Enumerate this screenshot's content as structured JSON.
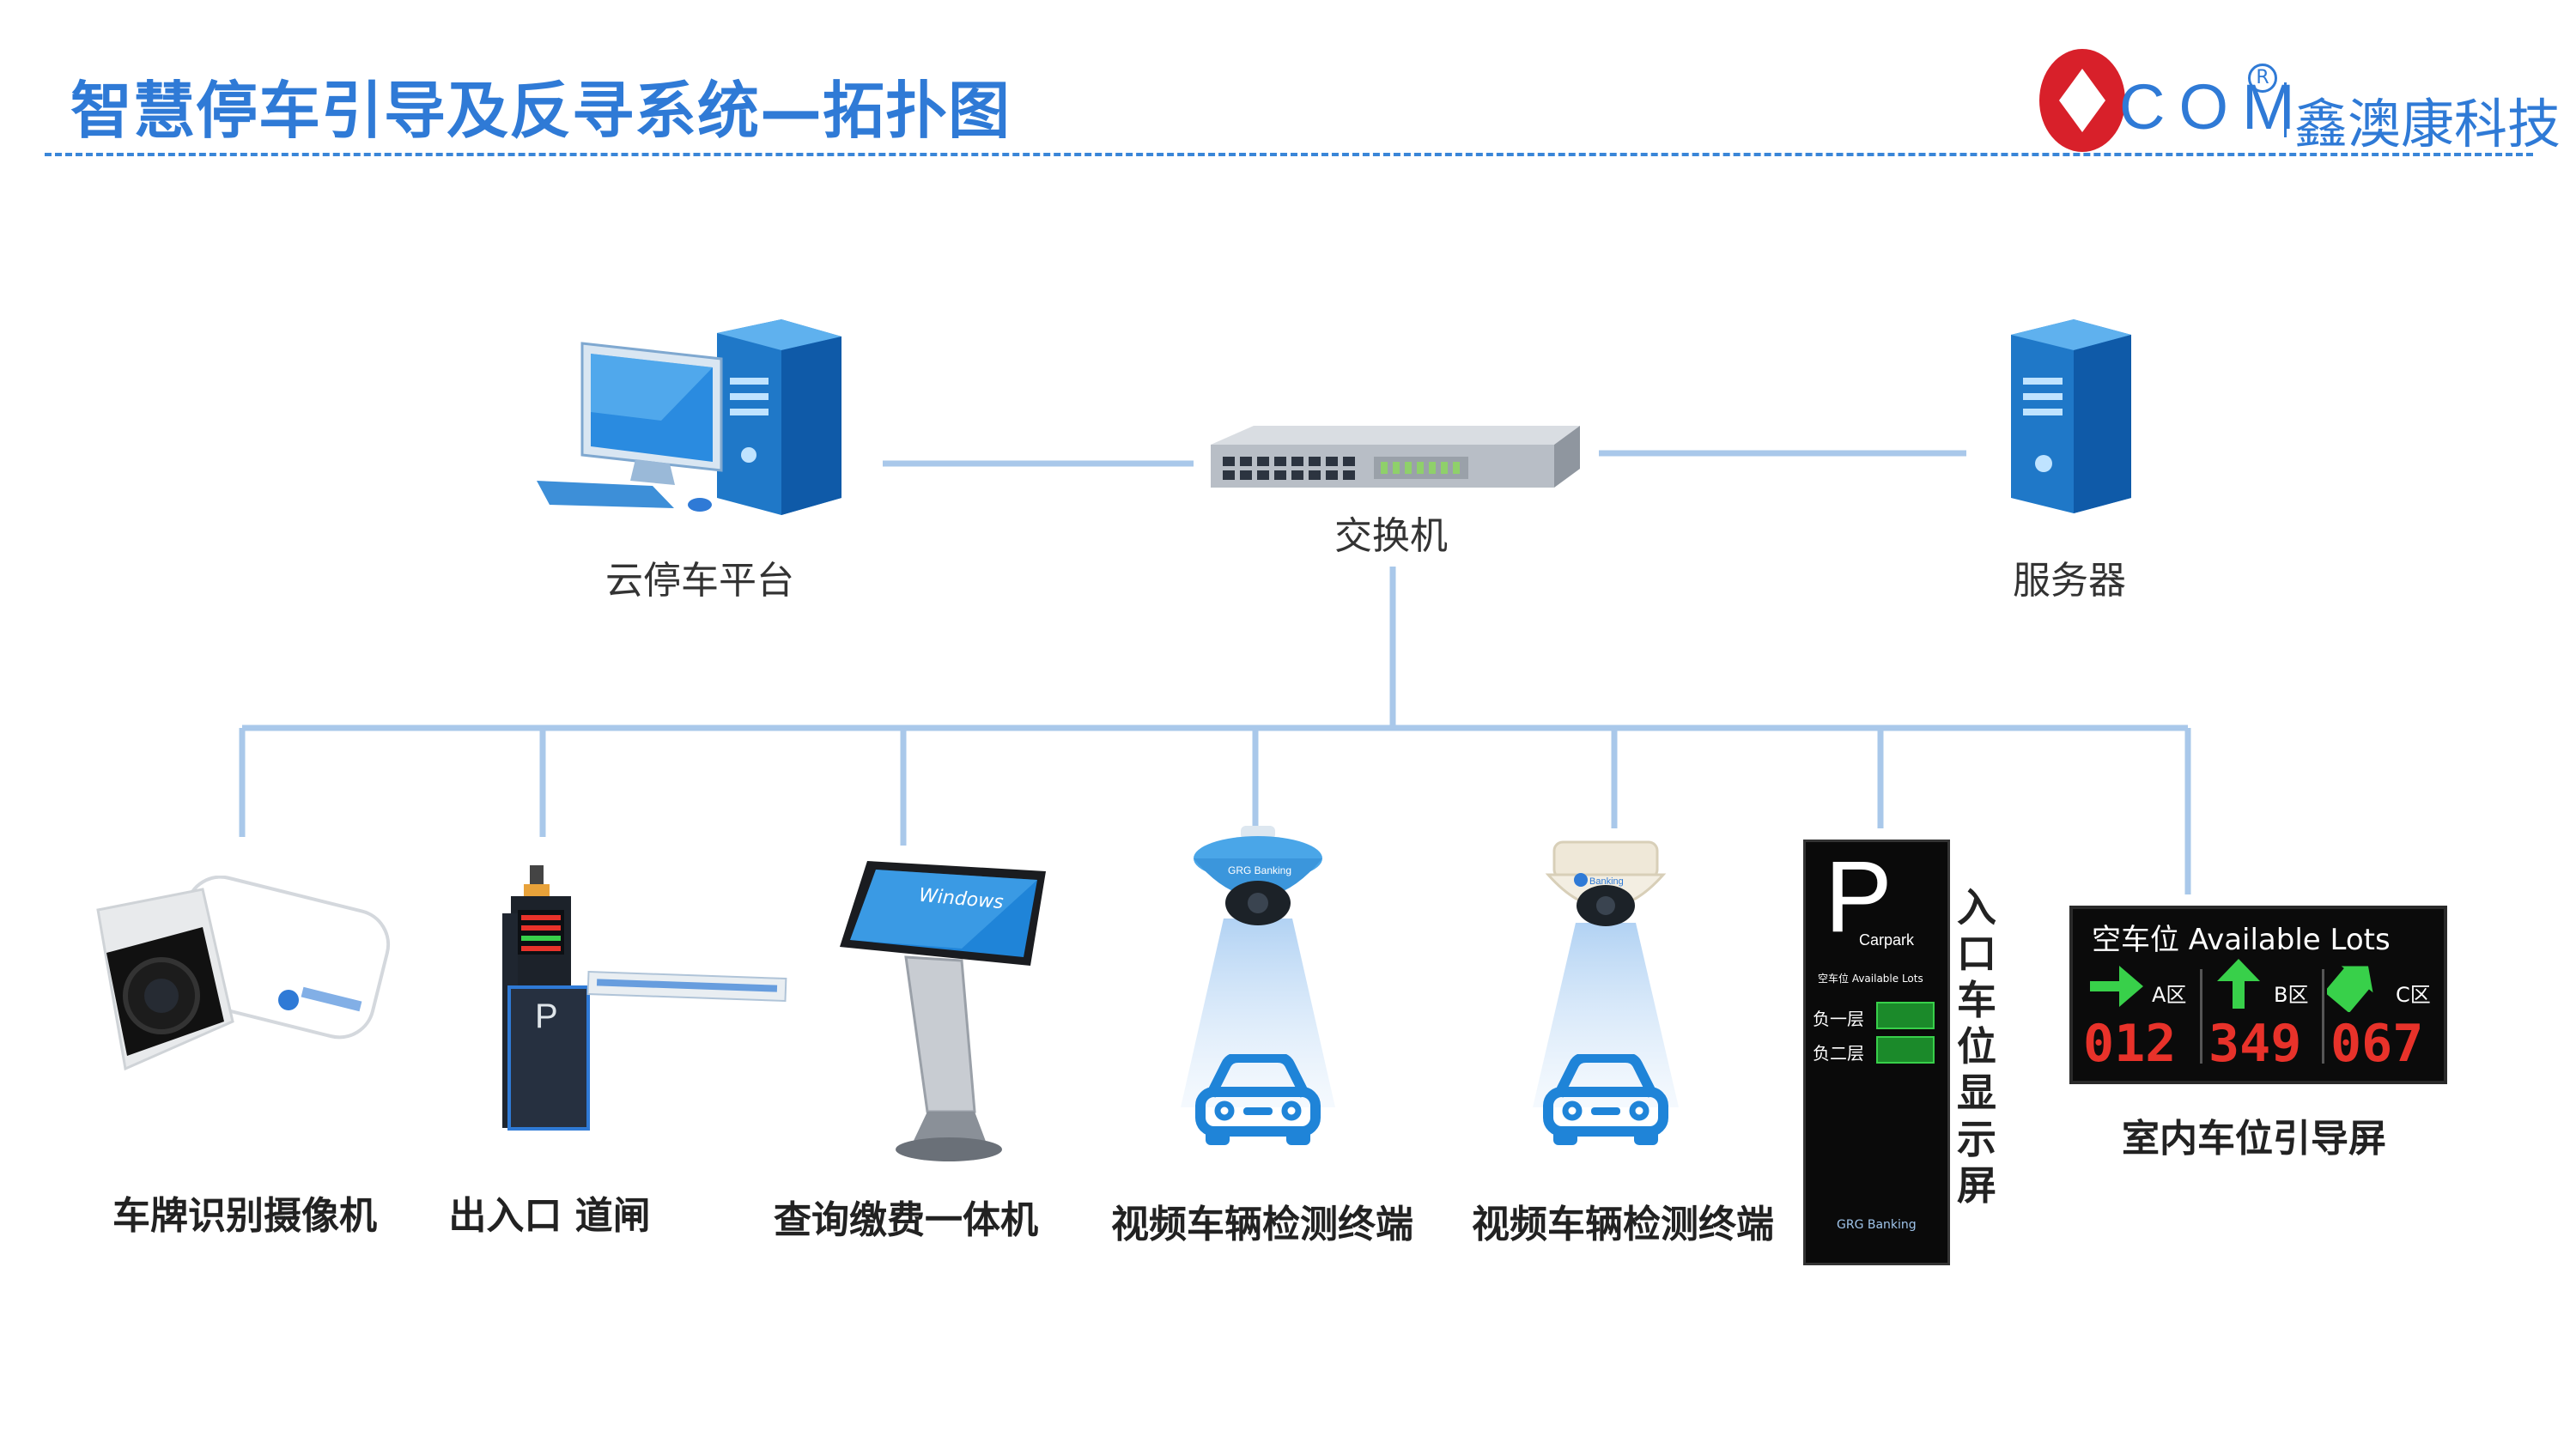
{
  "header": {
    "title": "智慧停车引导及反寻系统—拓扑图",
    "logo_mark": "COM",
    "logo_reg": "R",
    "logo_company": "鑫澳康科技"
  },
  "top_nodes": {
    "cloud_platform": "云停车平台",
    "switch": "交换机",
    "server": "服务器"
  },
  "devices": {
    "lpr_camera": "车牌识别摄像机",
    "gate": "出入口 道闸",
    "kiosk": "查询缴费一体机",
    "video_terminal_1": "视频车辆检测终端",
    "video_terminal_2": "视频车辆检测终端",
    "entrance_display": "入口车位显示屏",
    "indoor_guide_screen": "室内车位引导屏"
  },
  "entrance_sign": {
    "big_letter": "P",
    "carpark": "Carpark",
    "header": "空车位  Available Lots",
    "level1": "负一层",
    "level2": "负二层",
    "brand": "GRG Banking"
  },
  "guide_screen": {
    "header": "空车位  Available Lots",
    "zones": [
      {
        "zone": "A区",
        "count": "012",
        "arrow": "right-arrow"
      },
      {
        "zone": "B区",
        "count": "349",
        "arrow": "up-arrow"
      },
      {
        "zone": "C区",
        "count": "067",
        "arrow": "up-right-arrow"
      }
    ]
  },
  "kiosk_screen": {
    "text": "Windows"
  },
  "gate_sign": {
    "letter": "P"
  },
  "colors": {
    "title": "#2f7ad6",
    "link_line": "#a9c8ea",
    "logo_red": "#d8202a",
    "led_green": "#38d04a",
    "led_red": "#e8322a"
  }
}
